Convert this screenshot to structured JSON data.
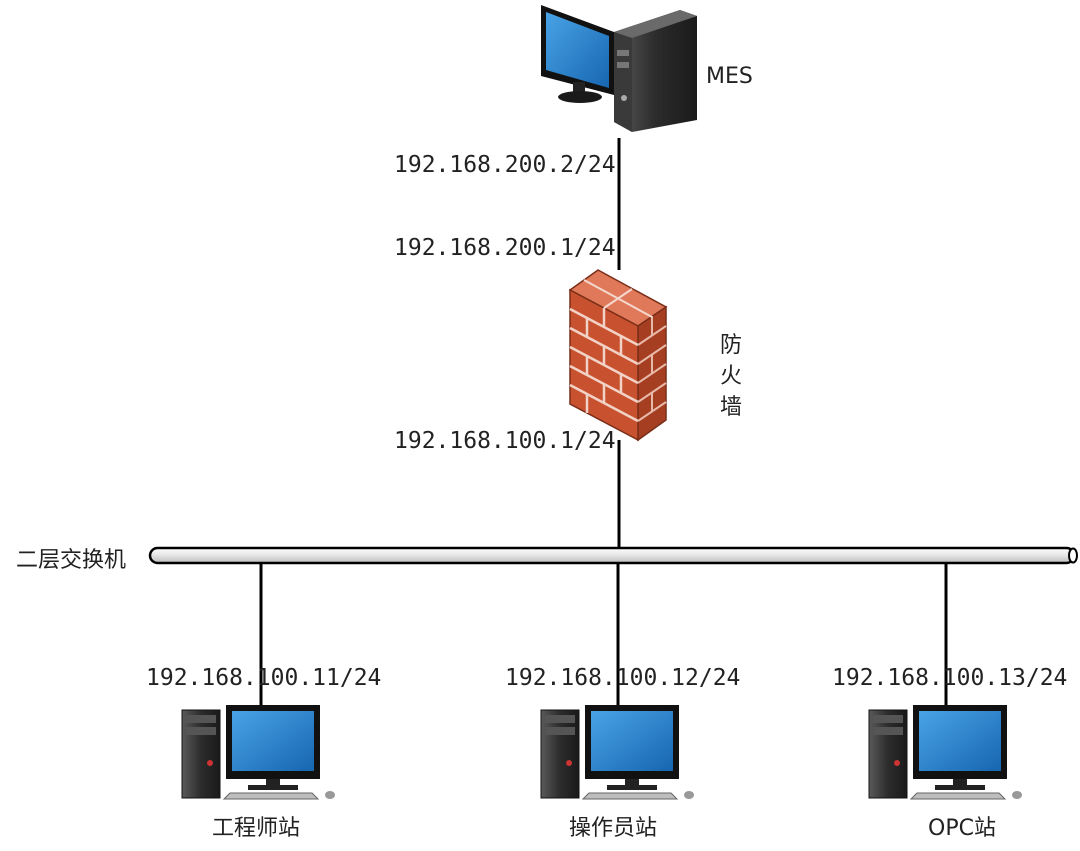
{
  "mes": {
    "label": "MES",
    "ip": "192.168.200.2/24"
  },
  "firewall": {
    "label": "防火墙",
    "ip_upper": "192.168.200.1/24",
    "ip_lower": "192.168.100.1/24"
  },
  "switch": {
    "label": "二层交换机"
  },
  "stations": [
    {
      "label": "工程师站",
      "ip": "192.168.100.11/24"
    },
    {
      "label": "操作员站",
      "ip": "192.168.100.12/24"
    },
    {
      "label": "OPC站",
      "ip": "192.168.100.13/24"
    }
  ],
  "colors": {
    "brick": "#c8522f",
    "screen": "#1f6fb5",
    "case": "#333333"
  }
}
